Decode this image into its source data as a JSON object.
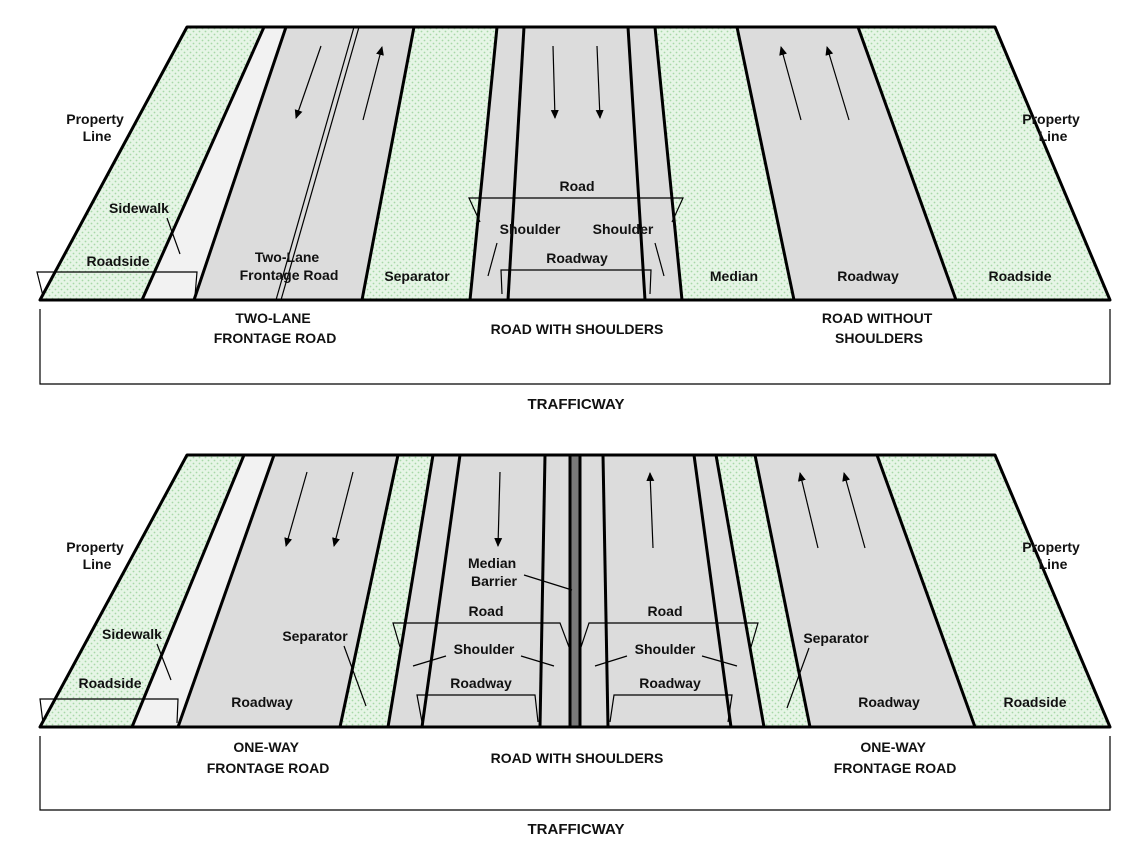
{
  "panels": [
    {
      "property_line_left": [
        "Property",
        "Line"
      ],
      "property_line_right": [
        "Property",
        "Line"
      ],
      "sidewalk": "Sidewalk",
      "roadside_left": "Roadside",
      "frontage_road": [
        "Two-Lane",
        "Frontage Road"
      ],
      "separator": "Separator",
      "road": "Road",
      "shoulder_left": "Shoulder",
      "shoulder_right": "Shoulder",
      "roadway_center": "Roadway",
      "median": "Median",
      "roadway_right": "Roadway",
      "roadside_right": "Roadside",
      "section_left": [
        "TWO-LANE",
        "FRONTAGE ROAD"
      ],
      "section_center": [
        "ROAD WITH SHOULDERS"
      ],
      "section_right": [
        "ROAD WITHOUT",
        "SHOULDERS"
      ],
      "trafficway": "TRAFFICWAY"
    },
    {
      "property_line_left": [
        "Property",
        "Line"
      ],
      "property_line_right": [
        "Property",
        "Line"
      ],
      "sidewalk": "Sidewalk",
      "roadside_left": "Roadside",
      "separator_left": "Separator",
      "roadway_left": "Roadway",
      "median_barrier": [
        "Median",
        "Barrier"
      ],
      "road_left": "Road",
      "road_right": "Road",
      "shoulder_left": "Shoulder",
      "shoulder_right": "Shoulder",
      "roadway_center_left": "Roadway",
      "roadway_center_right": "Roadway",
      "separator_right": "Separator",
      "roadway_right": "Roadway",
      "roadside_right": "Roadside",
      "section_left": [
        "ONE-WAY",
        "FRONTAGE ROAD"
      ],
      "section_center": [
        "ROAD WITH SHOULDERS"
      ],
      "section_right": [
        "ONE-WAY",
        "FRONTAGE ROAD"
      ],
      "trafficway": "TRAFFICWAY"
    }
  ]
}
